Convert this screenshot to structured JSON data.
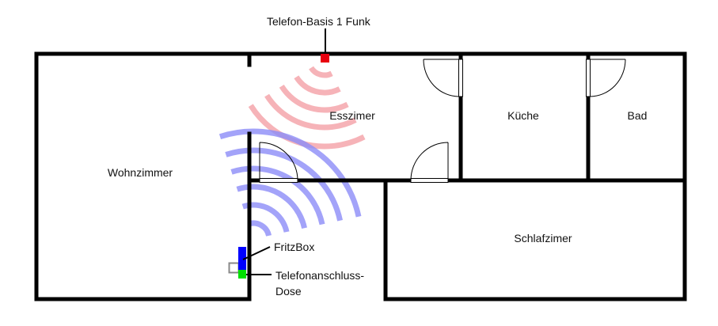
{
  "labels": {
    "base_station": "Telefon-Basis 1 Funk",
    "fritzbox": "FritzBox",
    "phone_socket_line1": "Telefonanschluss-",
    "phone_socket_line2": "Dose"
  },
  "rooms": {
    "living": "Wohnzimmer",
    "dining": "Esszimer",
    "kitchen": "Küche",
    "bath": "Bad",
    "bedroom": "Schlafzimer"
  },
  "colors": {
    "wall": "#000000",
    "base_station": "#e8000f",
    "base_signal": "#f4a0a6",
    "fritzbox": "#0000ff",
    "fritzbox_signal": "#8c8cf8",
    "phone_socket": "#00e000",
    "socket_outline": "#888888"
  }
}
